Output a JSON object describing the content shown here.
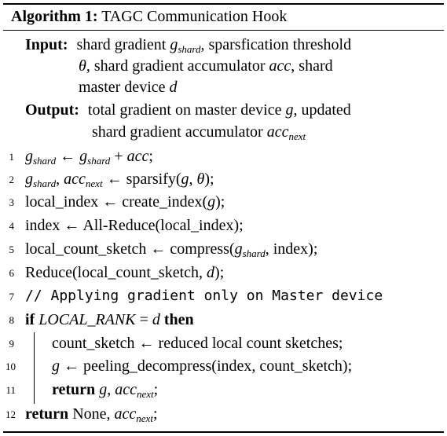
{
  "algorithm": {
    "label": "Algorithm 1:",
    "title": "TAGC Communication Hook"
  },
  "io": {
    "input_label": "Input:",
    "input_line1_a": "shard gradient ",
    "input_g": "g",
    "input_shard_sub": "shard",
    "input_line1_b": ", sparsfication threshold",
    "input_theta": "θ",
    "input_line2": ", shard gradient accumulator ",
    "input_acc": "acc",
    "input_line2_b": ", shard",
    "input_line3": "master device ",
    "input_d": "d",
    "output_label": "Output:",
    "output_line1": "total gradient on master device ",
    "output_g": "g",
    "output_line1_b": ", updated",
    "output_line2": "shard gradient accumulator ",
    "output_acc": "acc",
    "output_next_sub": "next"
  },
  "lines": [
    {
      "num": "1"
    },
    {
      "num": "2"
    },
    {
      "num": "3"
    },
    {
      "num": "4"
    },
    {
      "num": "5"
    },
    {
      "num": "6"
    },
    {
      "num": "7"
    },
    {
      "num": "8"
    },
    {
      "num": "9"
    },
    {
      "num": "10"
    },
    {
      "num": "11"
    },
    {
      "num": "12"
    }
  ],
  "code": {
    "l1_g": "g",
    "l1_sub": "shard",
    "l1_arrow": " ← ",
    "l1_g2": "g",
    "l1_sub2": "shard",
    "l1_rest": " + ",
    "l1_acc": "acc",
    "l1_end": ";",
    "l2_g": "g",
    "l2_sub": "shard",
    "l2_comma": ", ",
    "l2_acc": "acc",
    "l2_sub2": "next",
    "l2_rest": " ← sparsify(",
    "l2_g2": "g",
    "l2_mid": ", ",
    "l2_theta": "θ",
    "l2_end": ");",
    "l3_a": "local_index ← create_index(",
    "l3_g": "g",
    "l3_end": ");",
    "l4": "index ← All-Reduce(local_index);",
    "l5_a": "local_count_sketch ← compress(",
    "l5_g": "g",
    "l5_sub": "shard",
    "l5_end": ", index);",
    "l6_a": "Reduce(local_count_sketch, ",
    "l6_d": "d",
    "l6_end": ");",
    "l7": "// Applying gradient only on Master device",
    "l8_if": "if",
    "l8_cond": "LOCAL_RANK",
    "l8_eq": " = ",
    "l8_d": "d",
    "l8_then": "then",
    "l9": "count_sketch ← reduced local count sketches;",
    "l10_g": "g",
    "l10_rest": " ← peeling_decompress(index, count_sketch);",
    "l11_return": "return",
    "l11_g": "g",
    "l11_comma": ", ",
    "l11_acc": "acc",
    "l11_sub": "next",
    "l11_end": ";",
    "l12_return": "return",
    "l12_none": " None, ",
    "l12_acc": "acc",
    "l12_sub": "next",
    "l12_end": ";"
  }
}
